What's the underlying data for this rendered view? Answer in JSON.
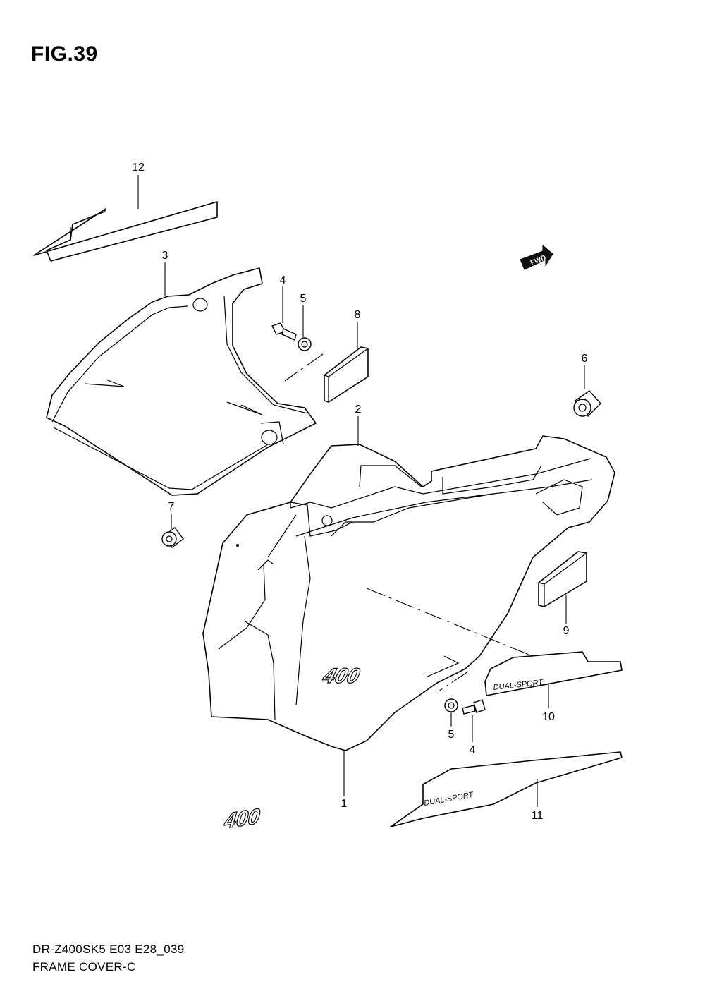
{
  "figure": {
    "title": "FIG.39"
  },
  "footer": {
    "model_code": "DR-Z400SK5 E03 E28_039",
    "group_name": "FRAME COVER-C"
  },
  "fwd_badge": {
    "label": "FWD"
  },
  "callouts": [
    {
      "key": "p12",
      "number": "12"
    },
    {
      "key": "p3",
      "number": "3"
    },
    {
      "key": "p4a",
      "number": "4"
    },
    {
      "key": "p5a",
      "number": "5"
    },
    {
      "key": "p8",
      "number": "8"
    },
    {
      "key": "p6",
      "number": "6"
    },
    {
      "key": "p2",
      "number": "2"
    },
    {
      "key": "p7",
      "number": "7"
    },
    {
      "key": "p9",
      "number": "9"
    },
    {
      "key": "p10",
      "number": "10"
    },
    {
      "key": "p5b",
      "number": "5"
    },
    {
      "key": "p4b",
      "number": "4"
    },
    {
      "key": "p1",
      "number": "1"
    },
    {
      "key": "p11",
      "number": "11"
    }
  ],
  "emblem_text": {
    "big": "400",
    "small": "DUAL-SPORT"
  }
}
